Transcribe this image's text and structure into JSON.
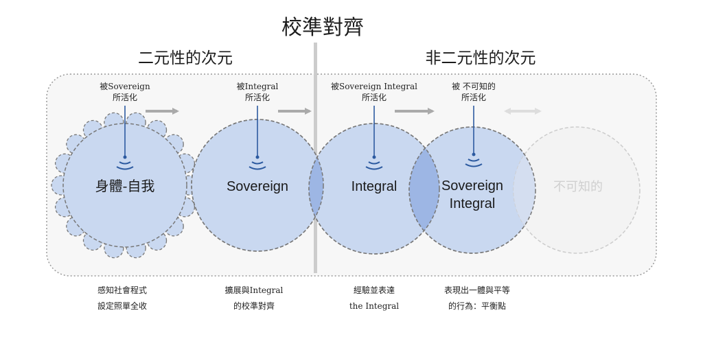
{
  "title": "校準對齊",
  "sections": {
    "left": "二元性的次元",
    "right": "非二元性的次元"
  },
  "activators": [
    {
      "line1": "被Sovereign",
      "line2": "所活化"
    },
    {
      "line1": "被Integral",
      "line2": "所活化"
    },
    {
      "line1": "被Sovereign Integral",
      "line2": "所活化"
    },
    {
      "line1": "被 不可知的",
      "line2": "所活化"
    }
  ],
  "circles": [
    {
      "label": "身體-自我"
    },
    {
      "label": "Sovereign"
    },
    {
      "label": "Integral"
    },
    {
      "line1": "Sovereign",
      "line2": "Integral"
    },
    {
      "label": "不可知的"
    }
  ],
  "captions": [
    {
      "line1": "感知社會程式",
      "line2": "設定照單全收"
    },
    {
      "line1": "擴展與Integral",
      "line2": "的校準對齊"
    },
    {
      "line1": "經驗並表達",
      "line2": "the Integral"
    },
    {
      "line1": "表現出一體與平等",
      "line2": "的行為：平衡點"
    }
  ],
  "colors": {
    "circle_fill": "#c9d8f0",
    "overlap_fill": "#9db6e4",
    "circle_stroke": "#777777",
    "pointer": "#2c5aa0",
    "arrow": "#aaaaaa",
    "faded": "#dddddd",
    "container_fill": "#f7f7f7",
    "divider": "#cccccc"
  }
}
